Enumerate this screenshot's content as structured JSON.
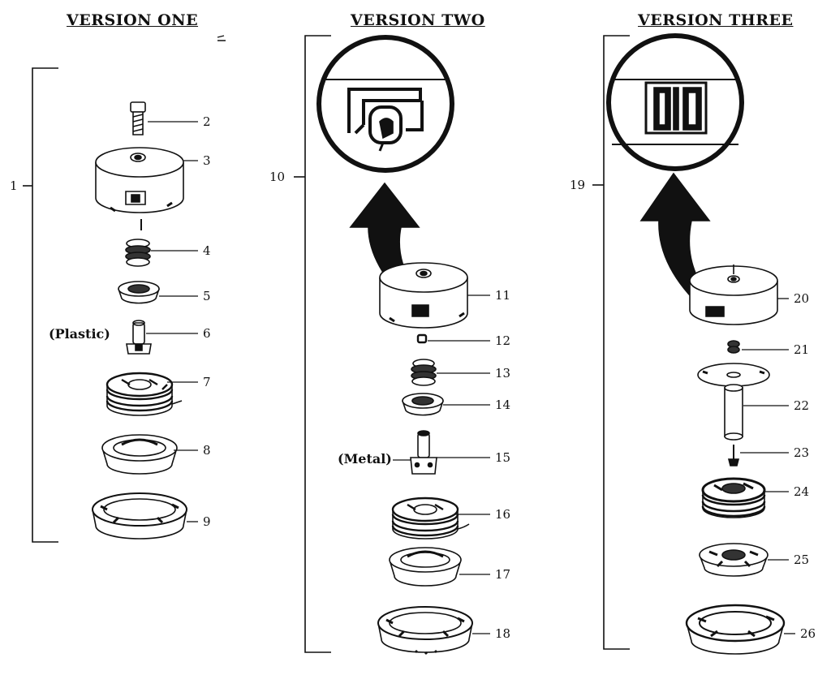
{
  "titles": {
    "version_one": "VERSION ONE",
    "version_two": "VERSION TWO",
    "version_three": "VERSION THREE"
  },
  "assembly_numbers": {
    "v1": "1",
    "v2": "10",
    "v3": "19"
  },
  "notes": {
    "plastic": "(Plastic)",
    "metal": "(Metal)"
  },
  "version_one_parts": [
    "2",
    "3",
    "4",
    "5",
    "6",
    "7",
    "8",
    "9"
  ],
  "version_two_parts": [
    "11",
    "12",
    "13",
    "14",
    "15",
    "16",
    "17",
    "18"
  ],
  "version_three_parts": [
    "20",
    "21",
    "22",
    "23",
    "24",
    "25",
    "26"
  ],
  "colors": {
    "ink": "#111111",
    "paper": "#ffffff"
  }
}
